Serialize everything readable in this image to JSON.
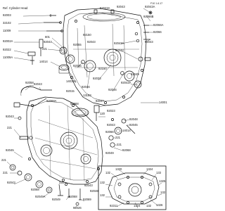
{
  "diagram": {
    "reference_code": "F10 1 A 17",
    "note_ref": "Ref. Cylinder Head",
    "labels": {
      "l92003": "92003",
      "l32102": "32102",
      "l11009": "11009",
      "l92002a": "92002A",
      "l92022": "92022",
      "l92043a": "92043A",
      "l92043b": "92043",
      "l92043c": "92043",
      "l92043d": "92043",
      "l92043e": "92043",
      "l92043f": "92043",
      "l92043g": "92043",
      "l92043h": "92043",
      "l92043i": "92043A",
      "l92043j": "92043A",
      "l92043k": "92043",
      "l92043l": "92043",
      "l92043m": "92043",
      "l92043n": "92043A",
      "l92066b": "92066B",
      "l92066a": "92066A",
      "l92066": "92066",
      "l92055": "92055",
      "l92150": "92150",
      "l92033": "92033",
      "l92046": "92046",
      "l92046b": "92046",
      "l92046c": "92046",
      "l92049a": "92049A",
      "l92049b": "92049",
      "l92049c": "92049",
      "l14014": "14014",
      "l14014a": "14014A",
      "l14014b": "14014",
      "l92015": "92015",
      "l92068": "92068",
      "l92068a": "92068A",
      "l92068b": "92068",
      "l92068c": "92068",
      "l92069": "92069",
      "l601": "601",
      "l221": "221",
      "l221b": "221",
      "l221c": "221",
      "l221d": "221",
      "l221e": "221",
      "l221f": "221",
      "l221g": "221",
      "l14001": "14001",
      "l13183": "13183",
      "l132": "132",
      "l133": "133",
      "l92037": "92037",
      "l92023": "92023",
      "l11009a": "11009A",
      "l92048": "92048",
      "l92048b": "92048",
      "l92026": "92026",
      "l92045": "92045",
      "l92058": "92058",
      "l120": "120",
      "l92150b": "92150",
      "l92049d": "92049",
      "l92045b": "92045",
      "l92066c": "92066",
      "l92068d": "92068",
      "l132b": "132",
      "l1320": "1320",
      "l1320b": "1320",
      "l1324": "1324",
      "l1324b": "1324",
      "l1325": "1325",
      "l1326": "1326",
      "l132c": "132",
      "l132d": "132",
      "l132e": "132",
      "l92311": "92311",
      "l92311b": "92311",
      "l132f": "132"
    }
  }
}
